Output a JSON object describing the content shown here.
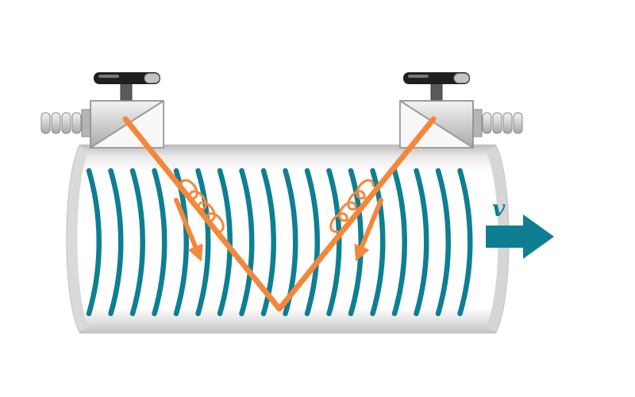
{
  "diagram": {
    "subject": "ultrasonic-flow-meter-pipe-diagram",
    "velocity_label": "v",
    "wavefront_count": 18,
    "colors": {
      "wave_teal": "#0E7F93",
      "beam_orange": "#F5873B",
      "pipe_outline": "#C9C9C9",
      "handle_black": "#1F1F1F"
    }
  }
}
